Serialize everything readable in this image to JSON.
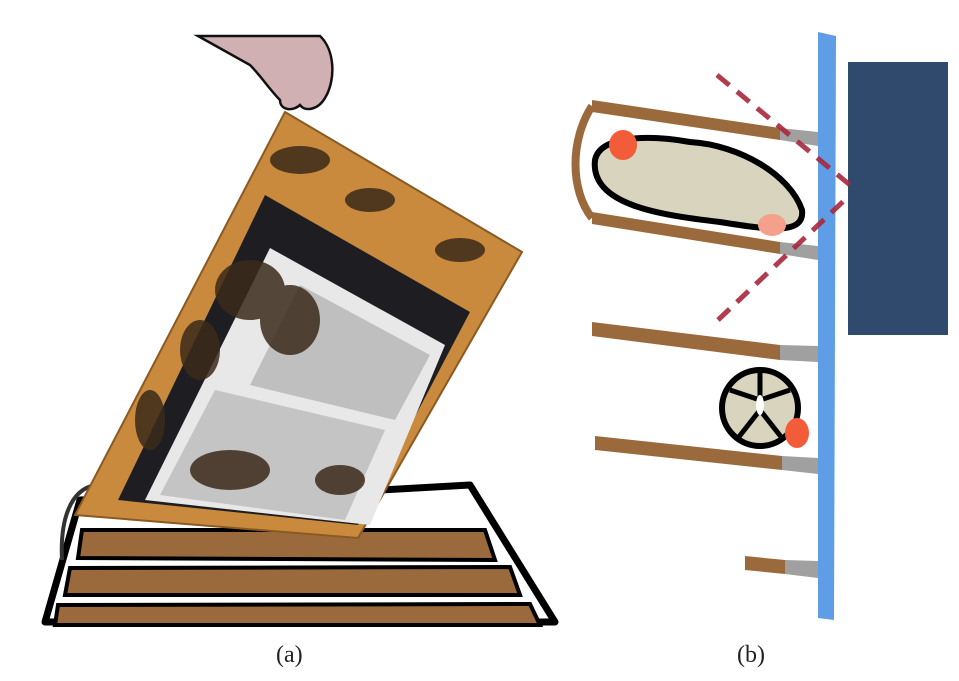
{
  "panels": [
    {
      "id": "a",
      "caption": "(a)"
    },
    {
      "id": "b",
      "caption": "(b)"
    }
  ],
  "colors": {
    "wood": "#9b6a3c",
    "frame": "#c98a3e",
    "glass": "#5f9de6",
    "navy": "#2f4a6c",
    "larva": "#d8d4bd",
    "marker": "#f25c38",
    "marker_light": "#f4a08a",
    "dashed": "#a8283d",
    "hand": "#d1b0b4"
  }
}
